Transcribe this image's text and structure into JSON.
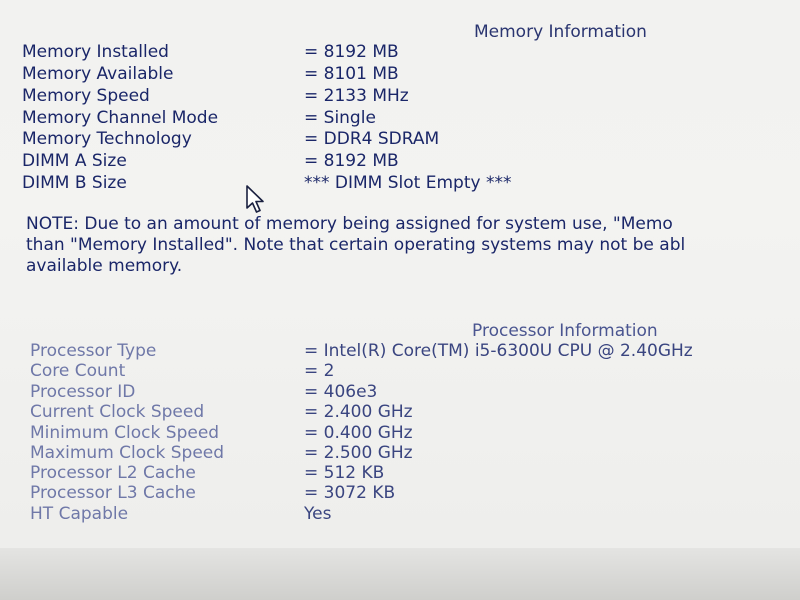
{
  "memory": {
    "title": "Memory Information",
    "rows": [
      {
        "label": "Memory Installed",
        "value": "= 8192 MB"
      },
      {
        "label": "Memory Available",
        "value": "= 8101 MB"
      },
      {
        "label": "Memory Speed",
        "value": "= 2133 MHz"
      },
      {
        "label": "Memory Channel Mode",
        "value": "= Single"
      },
      {
        "label": "Memory Technology",
        "value": "= DDR4 SDRAM"
      },
      {
        "label": "DIMM A Size",
        "value": "= 8192 MB"
      },
      {
        "label": "DIMM B Size",
        "value": "*** DIMM Slot Empty ***"
      }
    ]
  },
  "note": {
    "line1": "NOTE: Due to an amount of memory being assigned for system use, \"Memo",
    "line2": "than \"Memory Installed\". Note that certain operating systems may not be abl",
    "line3": "available memory."
  },
  "processor": {
    "title": "Processor Information",
    "rows": [
      {
        "label": "Processor Type",
        "value": "= Intel(R) Core(TM) i5-6300U CPU @ 2.40GHz"
      },
      {
        "label": "Core Count",
        "value": "= 2"
      },
      {
        "label": "Processor ID",
        "value": "= 406e3"
      },
      {
        "label": "Current Clock Speed",
        "value": "= 2.400 GHz"
      },
      {
        "label": "Minimum Clock Speed",
        "value": "= 0.400 GHz"
      },
      {
        "label": "Maximum Clock Speed",
        "value": "= 2.500 GHz"
      },
      {
        "label": "Processor L2 Cache",
        "value": "= 512 KB"
      },
      {
        "label": "Processor L3 Cache",
        "value": "= 3072 KB"
      },
      {
        "label": "HT Capable",
        "value": "Yes"
      }
    ]
  },
  "icons": {
    "cursor": "mouse-pointer-icon"
  }
}
